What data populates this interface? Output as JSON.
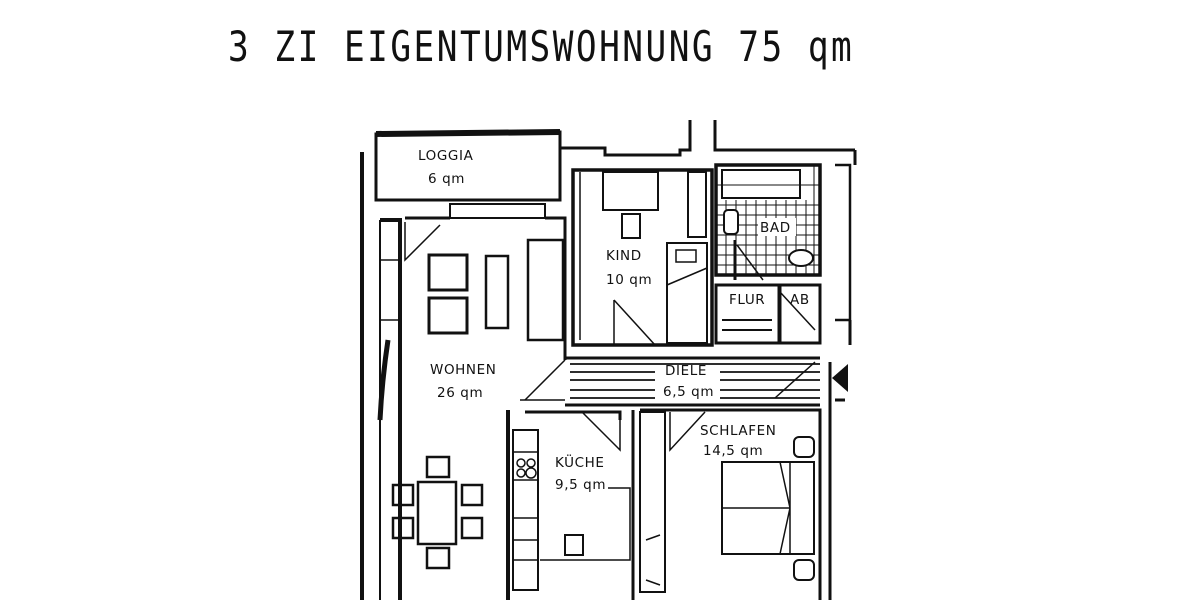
{
  "title": "3 ZI EIGENTUMSWOHNUNG 75 qm",
  "plan": {
    "stroke_color": "#111111",
    "background": "#ffffff",
    "rooms": [
      {
        "name": "LOGGIA",
        "area": "6 qm"
      },
      {
        "name": "WOHNEN",
        "area": "26 qm"
      },
      {
        "name": "KIND",
        "area": "10 qm"
      },
      {
        "name": "BAD",
        "area": ""
      },
      {
        "name": "FLUR",
        "area": ""
      },
      {
        "name": "AB",
        "area": ""
      },
      {
        "name": "DIELE",
        "area": "6,5 qm"
      },
      {
        "name": "KÜCHE",
        "area": "9,5 qm"
      },
      {
        "name": "SCHLAFEN",
        "area": "14,5 qm"
      }
    ],
    "entrance_marker": "entrance-arrow"
  }
}
